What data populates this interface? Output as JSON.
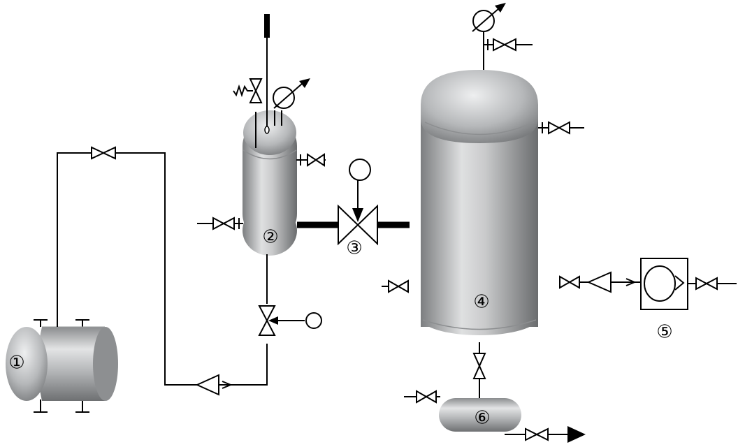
{
  "labels": {
    "tank1": "①",
    "vessel2": "②",
    "valve3": "③",
    "vessel4": "④",
    "pump5": "⑤",
    "vessel6": "⑥"
  },
  "colors": {
    "line": "#000000",
    "metal_dark": "#6e7072",
    "metal_mid": "#a8aaac",
    "metal_light": "#e6e7e8",
    "background": "#ffffff"
  },
  "icons": [
    "gate-valve-icon",
    "pressure-gauge-icon",
    "check-valve-icon",
    "pump-icon",
    "flow-arrow-icon"
  ]
}
